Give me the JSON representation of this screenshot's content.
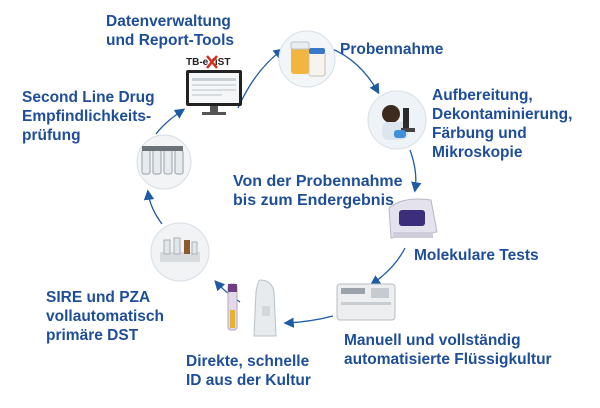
{
  "colors": {
    "text": "#1f4e99",
    "arrow": "#1f5aa6",
    "accent_red": "#d6301c"
  },
  "center_text": "Von der Probennahme\nbis zum Endergebnis",
  "steps": [
    {
      "id": "probennahme",
      "label": "Probennahme",
      "icon": "specimen-cups-photo"
    },
    {
      "id": "aufbereitung",
      "label": "Aufbereitung,\nDekontaminierung,\nFärbung und\nMikroskopie",
      "icon": "microscope-scientist-photo"
    },
    {
      "id": "molekular",
      "label": "Molekulare Tests",
      "icon": "molecular-instrument-photo"
    },
    {
      "id": "fluessigkultur",
      "label": "Manuell und vollständig\nautomatisierte Flüssigkultur",
      "icon": "culture-instrument-photo"
    },
    {
      "id": "identifikation",
      "label": "Direkte, schnelle\nID aus der Kultur",
      "icon": "id-test-device-photo"
    },
    {
      "id": "sire",
      "label": "SIRE und PZA\nvollautomatisch\nprimäre DST",
      "icon": "drug-vials-rack-photo"
    },
    {
      "id": "second-line",
      "label": "Second Line Drug\nEmpfindlichkeits-\nprüfung",
      "icon": "vials-photo"
    },
    {
      "id": "datenverwaltung",
      "label": "Datenverwaltung\nund Report-Tools",
      "icon": "monitor-software-photo"
    }
  ],
  "monitor_logo": "TB-eXiST"
}
